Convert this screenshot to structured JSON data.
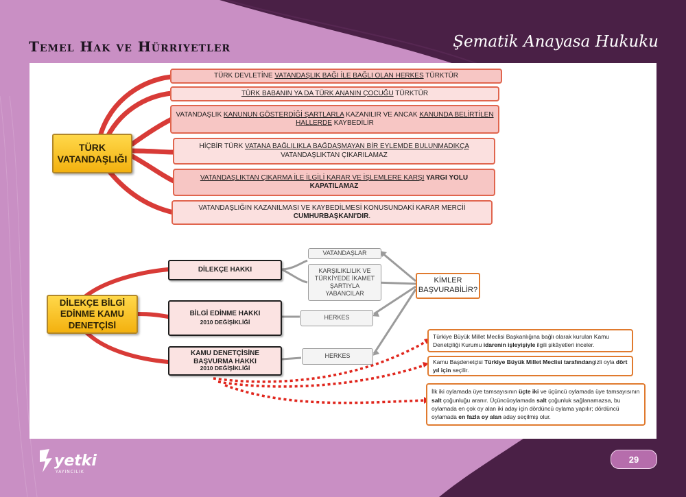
{
  "header": {
    "left_title": "Temel Hak ve Hürriyetler",
    "right_title": "Şematik Anayasa Hukuku"
  },
  "citizenship": {
    "main_label": "TÜRK VATANDAŞLIĞI",
    "statements": [
      {
        "parts": [
          [
            "TÜRK DEVLETİNE ",
            ""
          ],
          [
            "VATANDAŞLIK BAĞI İLE BAĞLI OLAN HERKES",
            "u"
          ],
          [
            " TÜRKTÜR",
            ""
          ]
        ]
      },
      {
        "parts": [
          [
            "TÜRK BABANIN YA DA TÜRK ANANIN ÇOCUĞU",
            "u"
          ],
          [
            " TÜRKTÜR",
            ""
          ]
        ]
      },
      {
        "parts": [
          [
            "VATANDAŞLIK ",
            ""
          ],
          [
            "KANUNUN GÖSTERDİĞİ ŞARTLARLA",
            "u"
          ],
          [
            " KAZANILIR VE ANCAK ",
            ""
          ],
          [
            "KANUNDA BELİRTİLEN HALLERDE",
            "u"
          ],
          [
            " KAYBEDİLİR",
            ""
          ]
        ]
      },
      {
        "parts": [
          [
            "HİÇBİR TÜRK ",
            ""
          ],
          [
            "VATANA BAĞLILIKLA BAĞDAŞMAYAN BİR EYLEMDE BULUNMADIKÇA",
            "u"
          ],
          [
            " VATANDAŞLIKTAN ÇIKARILAMAZ",
            ""
          ]
        ]
      },
      {
        "parts": [
          [
            "VATANDAŞLIKTAN ÇIKARMA İLE İLGİLİ KARAR VE İŞLEMLERE KARŞI",
            "u"
          ],
          [
            " YARGI YOLU KAPATILAMAZ",
            "b"
          ]
        ]
      },
      {
        "parts": [
          [
            "VATANDAŞLIĞIN KAZANILMASI VE KAYBEDİLMESİ KONUSUNDAKİ KARAR MERCİİ ",
            ""
          ],
          [
            "CUMHURBAŞKANI'DIR",
            "b"
          ],
          [
            ".",
            ""
          ]
        ]
      }
    ]
  },
  "petition": {
    "main_label": "DİLEKÇE BİLGİ EDİNME KAMU DENETÇİSİ",
    "rights": [
      {
        "title": "DİLEKÇE HAKKI",
        "sub": ""
      },
      {
        "title": "BİLGİ EDİNME HAKKI",
        "sub": "2010 DEĞİŞİKLİĞİ"
      },
      {
        "title": "KAMU DENETÇİSİNE BAŞVURMA HAKKI",
        "sub": "2010 DEĞİŞİKLİĞİ"
      }
    ],
    "applicants": [
      "VATANDAŞLAR",
      "KARŞILIKLILIK VE TÜRKİYEDE İKAMET ŞARTIYLA YABANCILAR",
      "HERKES",
      "HERKES"
    ],
    "who_label": "KİMLER BAŞVURABİLİR?",
    "notes": [
      {
        "parts": [
          [
            "Türkiye Büyük Millet Meclisi Başkanlığına bağlı olarak kurulan Kamu Denetçiliği Kurumu ",
            ""
          ],
          [
            "idarenin işleyişiyle",
            "b"
          ],
          [
            " ilgili şikâyetleri inceler.",
            ""
          ]
        ]
      },
      {
        "parts": [
          [
            "Kamu Başdenetçisi ",
            ""
          ],
          [
            "Türkiye Büyük Millet Meclisi tarafından",
            "b"
          ],
          [
            "gizli oyla ",
            ""
          ],
          [
            "dört yıl için",
            "b"
          ],
          [
            " seçilir.",
            ""
          ]
        ]
      },
      {
        "parts": [
          [
            "İlk iki oylamada üye tamsayısının ",
            ""
          ],
          [
            "üçte iki",
            "b"
          ],
          [
            " ve üçüncü oylamada üye tamsayısının ",
            ""
          ],
          [
            "salt",
            "b"
          ],
          [
            " çoğunluğu aranır. Üçüncüoylamada ",
            ""
          ],
          [
            "salt",
            "b"
          ],
          [
            " çoğunluk sağlanamazsa, bu oylamada en çok oy alan iki aday için dördüncü oylama yapılır; dördüncü oylamada ",
            ""
          ],
          [
            "en fazla oy alan",
            "b"
          ],
          [
            " aday seçilmiş olur.",
            ""
          ]
        ]
      }
    ]
  },
  "footer": {
    "logo_text": "yetki",
    "logo_sub": "YAYINCILIK",
    "page_number": "29"
  },
  "colors": {
    "frame": "#c98fc4",
    "dark_wave": "#4a2046",
    "branch_red": "#d83b37",
    "dot_red": "#e0261d",
    "arrow_gray": "#9b9b9b",
    "statement_fill": "#f7c6c4",
    "statement_border": "#e0654e",
    "main_node": "#f6c22a",
    "note_border": "#e07a2e"
  }
}
